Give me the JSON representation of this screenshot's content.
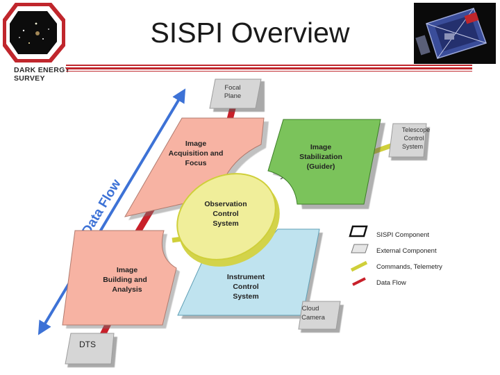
{
  "slide": {
    "title": "SISPI Overview",
    "logo_text": [
      "DARK ENERGY",
      "SURVEY"
    ]
  },
  "diagram": {
    "arrow_label": "Data Flow",
    "components": {
      "focal_plane": [
        "Focal",
        "Plane"
      ],
      "image_acquisition": [
        "Image",
        "Acquisition and",
        "Focus"
      ],
      "image_stabilization": [
        "Image",
        "Stabilization",
        "(Guider)"
      ],
      "telescope_control": [
        "Telescope",
        "Control",
        "System"
      ],
      "observation_control": [
        "Observation",
        "Control",
        "System"
      ],
      "image_building": [
        "Image",
        "Building and",
        "Analysis"
      ],
      "instrument_control": [
        "Instrument",
        "Control",
        "System"
      ],
      "cloud_camera": [
        "Cloud",
        "Camera"
      ],
      "dts": "DTS"
    },
    "legend": {
      "sispi_component": "SISPI Component",
      "external_component": "External Component",
      "commands_telemetry": "Commands, Telemetry",
      "data_flow": "Data Flow"
    }
  },
  "colors": {
    "salmon": "#f7b3a3",
    "green": "#7bc35b",
    "light_blue": "#bfe3ef",
    "yellow": "#f0ee9a",
    "grey": "#d6d6d6",
    "blue_arrow": "#3d72d6",
    "red_connector": "#c8202a",
    "yellow_connector": "#cfcf3a"
  }
}
